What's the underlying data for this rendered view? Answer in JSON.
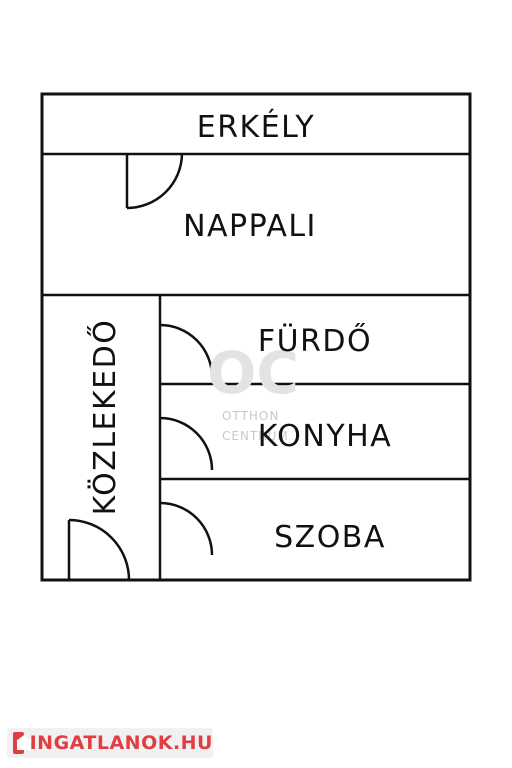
{
  "rooms": {
    "erkely": "ERKÉLY",
    "nappali": "NAPPALI",
    "kozlekedo": "KÖZLEKEDŐ",
    "furdo": "FÜRDŐ",
    "konyha": "KONYHA",
    "szoba": "SZOBA"
  },
  "watermark": {
    "mark": "OC",
    "line1": "OTTHON",
    "line2": "CENTRUM"
  },
  "badge": {
    "text": "INGATLANOK.HU",
    "color": "#e33d44"
  },
  "colors": {
    "walls": "#111111",
    "background": "#ffffff"
  }
}
